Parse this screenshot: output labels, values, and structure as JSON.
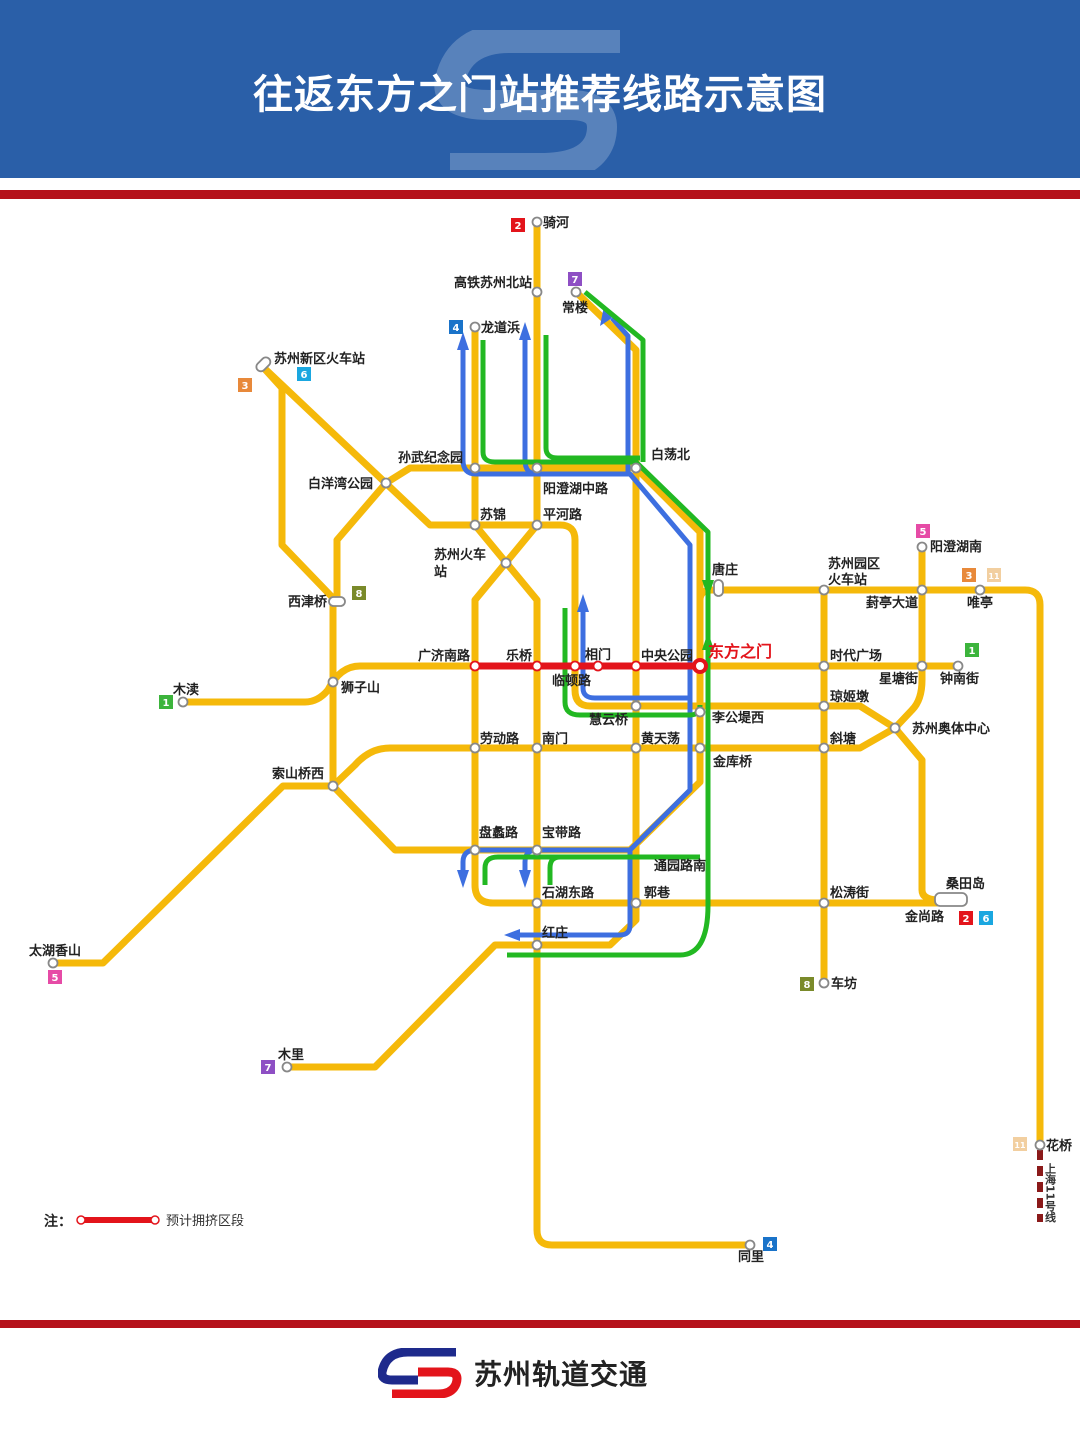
{
  "header": {
    "title": "往返东方之门站推荐线路示意图"
  },
  "footer": {
    "brand": "苏州轨道交通"
  },
  "legend": {
    "prefix": "注：",
    "crowded_label": "预计拥挤区段"
  },
  "colors": {
    "header_blue": "#2A5FA8",
    "accent_red": "#B5121B",
    "metro_line": "#F5B90A",
    "route_blue": "#3D6FE0",
    "route_green": "#22B822",
    "crowded": "#E3141B"
  },
  "badges": {
    "l1": {
      "label": "1",
      "color": "#3CB43C"
    },
    "l2": {
      "label": "2",
      "color": "#E3141B"
    },
    "l3": {
      "label": "3",
      "color": "#E8893A"
    },
    "l4": {
      "label": "4",
      "color": "#1A73C9"
    },
    "l5": {
      "label": "5",
      "color": "#E64BA6"
    },
    "l6": {
      "label": "6",
      "color": "#1AA7E0"
    },
    "l7": {
      "label": "7",
      "color": "#8E4FC4"
    },
    "l8": {
      "label": "8",
      "color": "#7A8A2A"
    },
    "l11": {
      "label": "11",
      "color": "#F2CFA0"
    }
  },
  "shanghai_line": "上海11号线",
  "stations": {
    "qihe": "骑河",
    "gaotie": "高铁苏州北站",
    "changlou": "常楼",
    "longdaobang": "龙道浜",
    "xinqu": "苏州新区火车站",
    "sunwu": "孙武纪念园",
    "baiyangwan": "白洋湾公园",
    "yangchenghuzhong": "阳澄湖中路",
    "baidangbei": "白荡北",
    "sujin": "苏锦",
    "pinghe": "平河路",
    "huoche1": "苏州火车",
    "huoche2": "站",
    "xijinqiao": "西津桥",
    "tangzhuang": "唐庄",
    "yuanqu1": "苏州园区",
    "yuanqu2": "火车站",
    "fengting": "葑亭大道",
    "weiting": "唯亭",
    "yangchenghunan": "阳澄湖南",
    "guangjinan": "广济南路",
    "leqiao": "乐桥",
    "lindun": "临顿路",
    "xiangmen": "相门",
    "zhongyang": "中央公园",
    "dongfang": "东方之门",
    "shidai": "时代广场",
    "xingtang": "星塘街",
    "zhongnan": "钟南街",
    "mudu": "木渎",
    "shizishan": "狮子山",
    "qiongjidun": "琼姬墩",
    "huiyunqiao": "慧云桥",
    "ligongdi": "李公堤西",
    "aoti": "苏州奥体中心",
    "laodong": "劳动路",
    "nanmen": "南门",
    "huangtiandang": "黄天荡",
    "jinku": "金库桥",
    "xietang": "斜塘",
    "suoshan": "索山桥西",
    "panli": "盘蠡路",
    "baodai": "宝带路",
    "tongyuannan": "通园路南",
    "shihudong": "石湖东路",
    "guoxiang": "郭巷",
    "songtao": "松涛街",
    "sangtian": "桑田岛",
    "jinshang": "金尚路",
    "hongzhuang": "红庄",
    "taihu": "太湖香山",
    "chefang": "车坊",
    "muli": "木里",
    "tongli": "同里",
    "huaqiao": "花桥"
  }
}
